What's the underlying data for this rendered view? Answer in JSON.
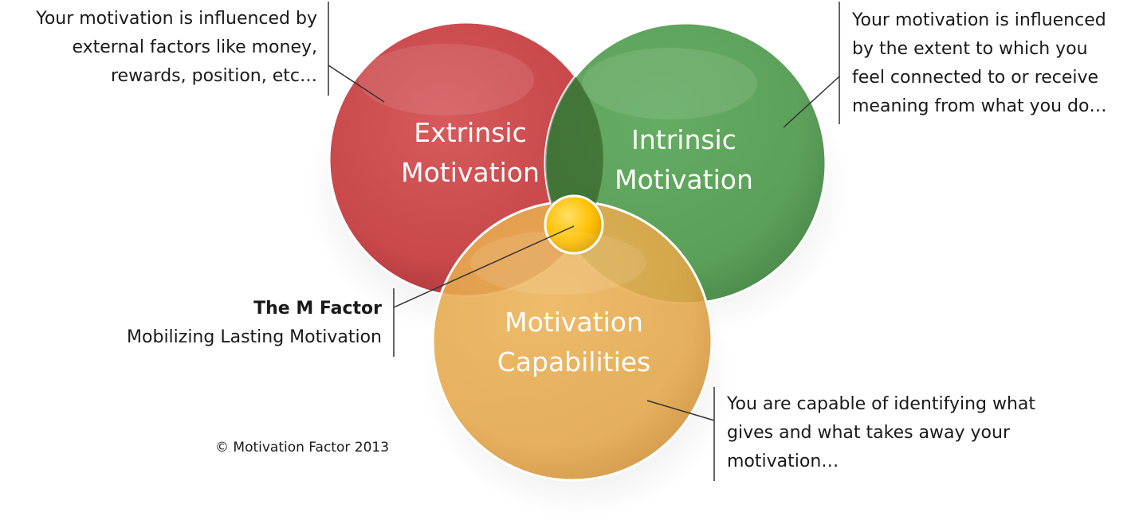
{
  "circles": {
    "extrinsic": {
      "label_line1": "Extrinsic",
      "label_line2": "Motivation",
      "color": "#c8484b"
    },
    "intrinsic": {
      "label_line1": "Intrinsic",
      "label_line2": "Motivation",
      "color": "#4f9a4d"
    },
    "capabilities": {
      "label_line1": "Motivation",
      "label_line2": "Capabilities",
      "color": "#e5a84a"
    },
    "center": {
      "color": "#ffc000"
    }
  },
  "notes": {
    "extrinsic": {
      "line1": "Your motivation is influenced by",
      "line2": "external factors like money,",
      "line3": "rewards, position, etc…"
    },
    "intrinsic": {
      "line1": "Your motivation is influenced",
      "line2": "by the extent to which you",
      "line3": "feel connected to or receive",
      "line4": "meaning from what you do…"
    },
    "capabilities": {
      "line1": "You are capable of identifying what",
      "line2": "gives and what takes away your",
      "line3": "motivation…"
    },
    "mfactor": {
      "title": "The M Factor",
      "subtitle": "Mobilizing Lasting Motivation"
    }
  },
  "footer": {
    "copyright": "© Motivation Factor 2013"
  }
}
